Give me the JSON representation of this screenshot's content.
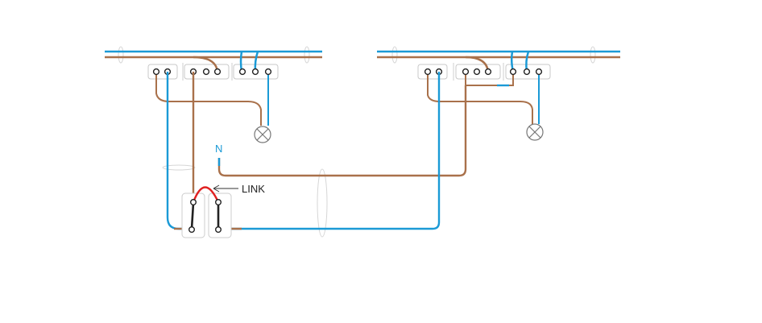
{
  "labels": {
    "neutral": "N",
    "link": "LINK"
  },
  "colors": {
    "live": "#a9714b",
    "neutral": "#1b9ad6",
    "link": "#e02020",
    "terminal_box": "#c8c8c8",
    "switch_lever": "#222222",
    "lamp": "#777777"
  },
  "components": {
    "lamp_count": 2,
    "switch_count": 2,
    "ceiling_rose_count": 2
  }
}
